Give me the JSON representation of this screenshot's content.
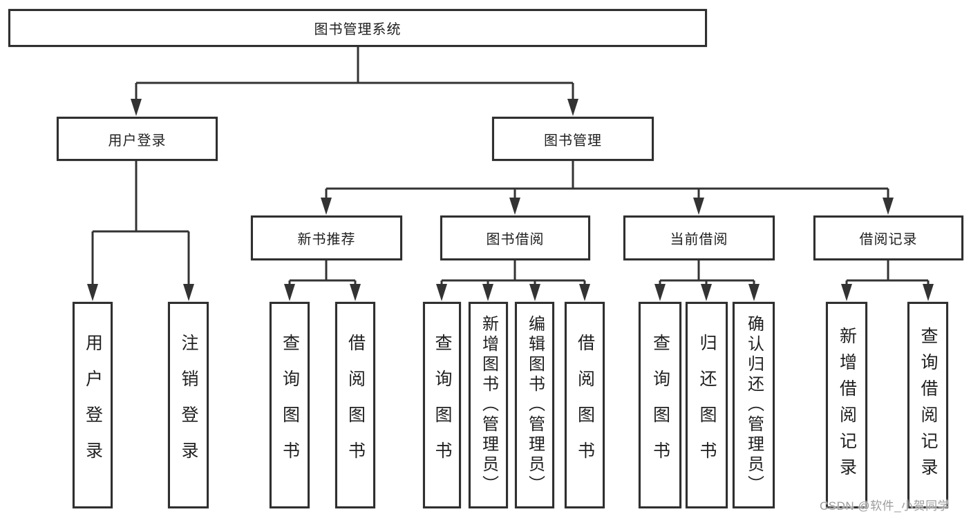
{
  "diagram": {
    "root_label": "图书管理系统",
    "branches": {
      "user": {
        "label": "用户登录",
        "children": [
          "用户登录",
          "注销登录"
        ]
      },
      "book": {
        "label": "图书管理",
        "groups": [
          {
            "label": "新书推荐",
            "children": [
              "查询图书",
              "借阅图书"
            ]
          },
          {
            "label": "图书借阅",
            "children": [
              "查询图书",
              "新增图书（管理员）",
              "编辑图书（管理员）",
              "借阅图书"
            ]
          },
          {
            "label": "当前借阅",
            "children": [
              "查询图书",
              "归还图书",
              "确认归还（管理员）"
            ]
          },
          {
            "label": "借阅记录",
            "children": [
              "新增借阅记录",
              "查询借阅记录"
            ]
          }
        ]
      }
    }
  },
  "watermark": "CSDN @软件_小贺同学",
  "colors": {
    "stroke": "#333333",
    "border": "#2f2f2f",
    "text": "#1f1f1f",
    "watermark_text": "#9d9d9d",
    "background": "#ffffff"
  }
}
